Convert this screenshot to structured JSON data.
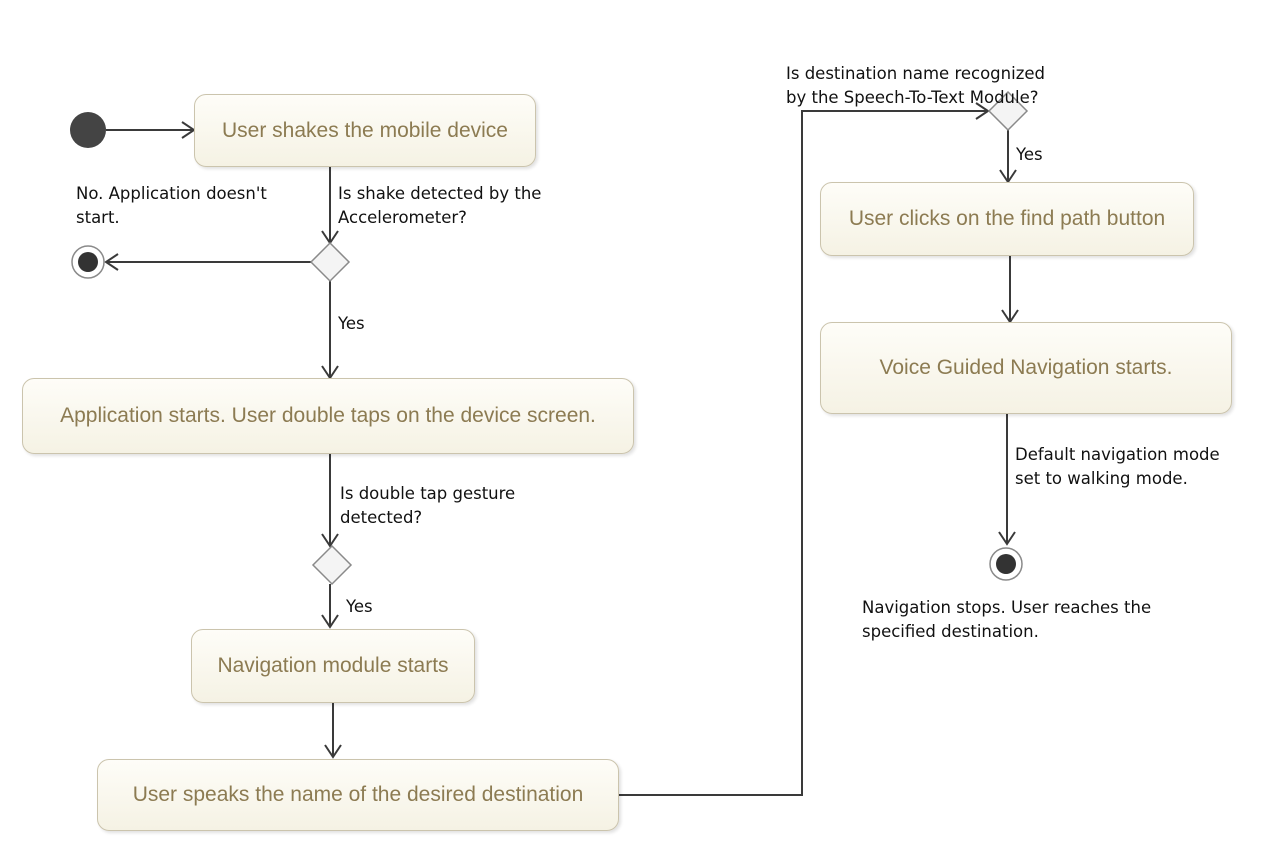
{
  "nodes": {
    "shake": "User shakes the mobile device",
    "app_start": "Application starts. User double taps on the device screen.",
    "nav_module": "Navigation module starts",
    "speak": "User speaks the name of the desired destination",
    "find_path": "User clicks on the find path button",
    "voice_nav": "Voice Guided Navigation starts."
  },
  "labels": {
    "no_start": [
      "No. Application doesn't",
      "start."
    ],
    "shake_question": [
      "Is shake detected by the",
      "Accelerometer?"
    ],
    "yes1": "Yes",
    "tap_question": [
      "Is double tap gesture",
      "detected?"
    ],
    "yes2": "Yes",
    "dest_question": [
      "Is destination name recognized",
      "by the Speech-To-Text Module?"
    ],
    "yes3": "Yes",
    "default_mode": [
      "Default navigation mode",
      "set to walking mode."
    ],
    "nav_stops": [
      "Navigation stops. User reaches the",
      "specified destination."
    ]
  },
  "colors": {
    "node_text": "#8c7b52",
    "node_border": "#cbc4ad",
    "line": "#3a3a3a",
    "start_node": "#444444"
  }
}
